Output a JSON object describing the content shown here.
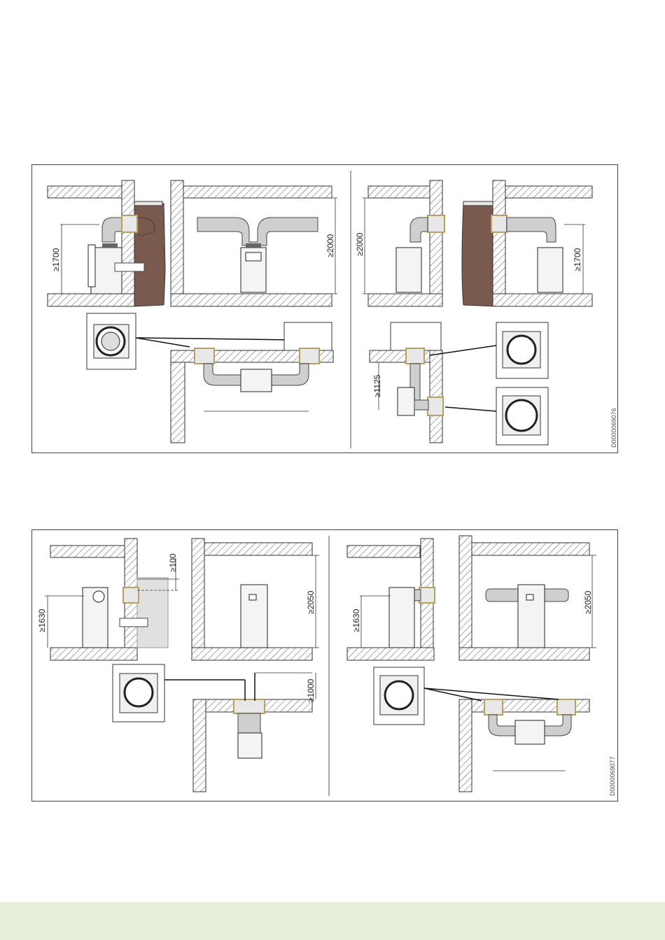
{
  "figure1": {
    "code": "D0000069076",
    "dims": {
      "h1700_left": "≥1700",
      "h2000_left": "≥2000",
      "h2000_right": "≥2000",
      "h1700_right": "≥1700",
      "h1125": "≥1125"
    }
  },
  "figure2": {
    "code": "D0000069077",
    "dims": {
      "h100": "≥100",
      "h1630_left": "≥1630",
      "h2050_left": "≥2050",
      "h1000": "≥1000",
      "h1630_right": "≥1630",
      "h2050_right": "≥2050"
    }
  },
  "colors": {
    "wall_hatch": "#555555",
    "duct": "#cfcfcf",
    "soil": "#7a5a4e",
    "frame": "#d8c27a",
    "footer": "#e6efdc"
  }
}
